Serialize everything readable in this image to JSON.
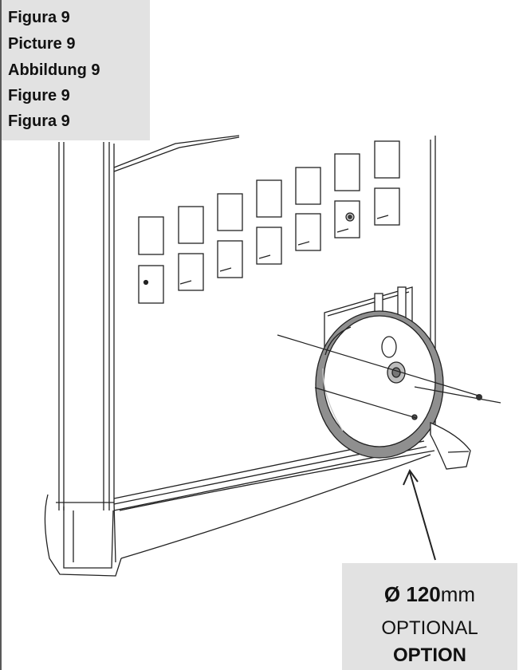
{
  "caption": {
    "lines": [
      "Figura 9",
      "Picture 9",
      "Abbildung 9",
      "Figure 9",
      "Figura 9"
    ]
  },
  "spec": {
    "diameter_symbol": "Ø",
    "diameter_value": "120",
    "diameter_unit": "mm",
    "optional_en": "OPTIONAL",
    "optional_de": "OPTION"
  },
  "colors": {
    "label_background": "#e2e2e2",
    "line_art": "#222222",
    "collar_fill": "#8f8f8f"
  }
}
